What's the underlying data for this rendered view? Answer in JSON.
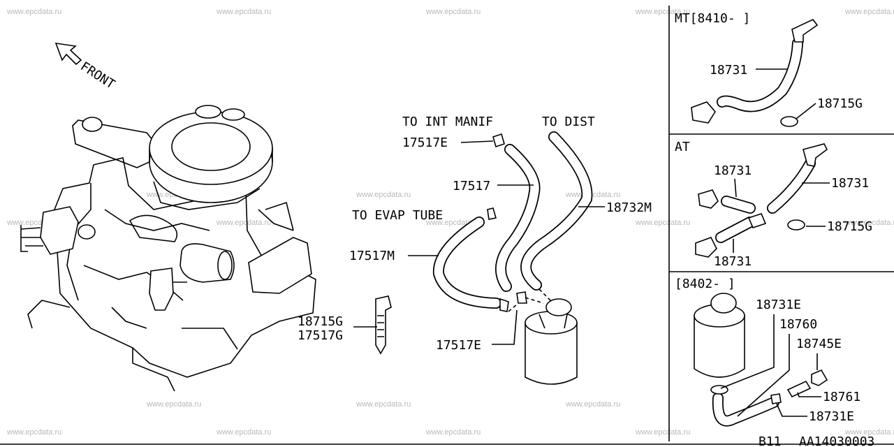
{
  "watermark": "www.epcdata.ru",
  "front_label": "FRONT",
  "main": {
    "to_int_manif": "TO INT MANIF",
    "to_dist": "TO DIST",
    "to_evap_tube": "TO EVAP TUBE",
    "part_17517E_top": "17517E",
    "part_17517": "17517",
    "part_18732M": "18732M",
    "part_17517M": "17517M",
    "part_18715G": "18715G",
    "part_17517G": "17517G",
    "part_17517E_bottom": "17517E"
  },
  "inset_mt": {
    "header": "MT[8410-     ]",
    "part_18731": "18731",
    "part_18715G": "18715G"
  },
  "inset_at": {
    "header": "AT",
    "part_18731_a": "18731",
    "part_18731_b": "18731",
    "part_18731_c": "18731",
    "part_18715G": "18715G"
  },
  "inset_8402": {
    "header": "[8402-     ]",
    "part_18731E_top": "18731E",
    "part_18760": "18760",
    "part_18745E": "18745E",
    "part_18761": "18761",
    "part_18731E_bottom": "18731E"
  },
  "footer": {
    "section": "B11",
    "code": "AA14030003"
  }
}
